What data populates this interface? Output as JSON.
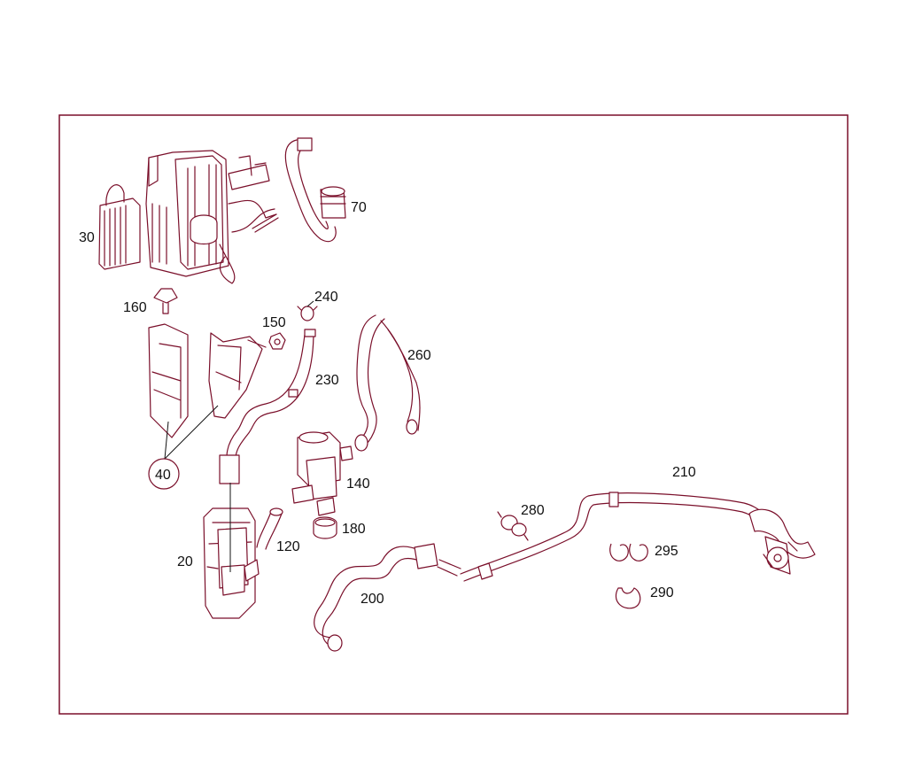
{
  "diagram": {
    "callouts": {
      "p30": "30",
      "p70": "70",
      "p160": "160",
      "p240": "240",
      "p150": "150",
      "p260": "260",
      "p230": "230",
      "p40": "40",
      "p140": "140",
      "p210": "210",
      "p280": "280",
      "p180": "180",
      "p120": "120",
      "p20": "20",
      "p295": "295",
      "p290": "290",
      "p200": "200"
    },
    "colors": {
      "frame": "#7a0f2a",
      "stroke": "#7a0f2a",
      "text": "#111111"
    }
  }
}
